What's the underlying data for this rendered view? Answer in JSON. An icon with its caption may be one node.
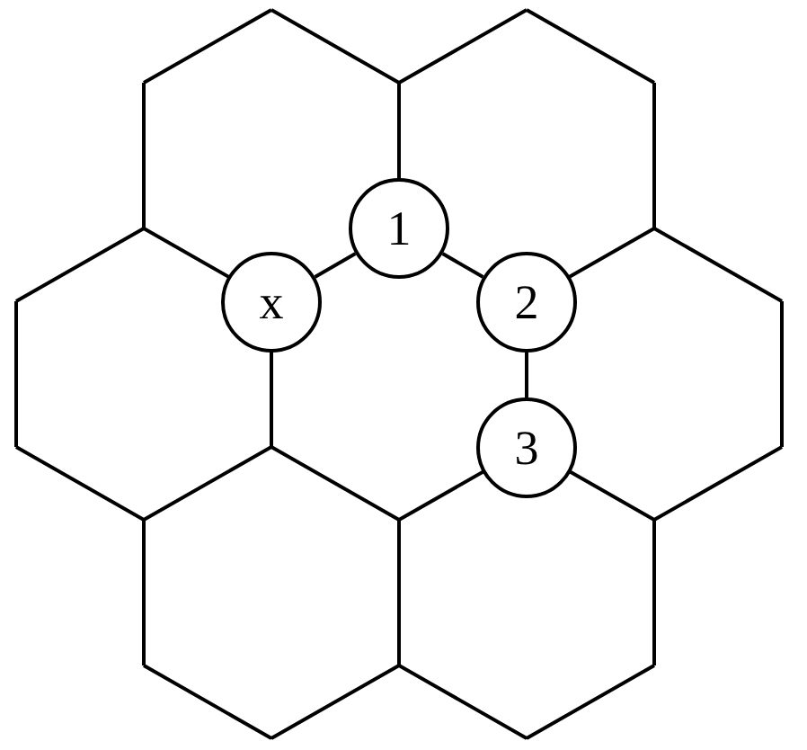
{
  "diagram": {
    "nodes": [
      {
        "text": [
          "1"
        ]
      },
      {
        "text": [
          "x"
        ]
      },
      {
        "text": [
          "2"
        ]
      },
      {
        "text": [
          "3"
        ]
      }
    ],
    "edges": [
      {
        "from": 1,
        "to": 0,
        "arrow": "none"
      },
      {
        "from": 0,
        "to": 2,
        "arrow": "none"
      },
      {
        "from": 2,
        "to": 3,
        "arrow": "none"
      }
    ]
  }
}
